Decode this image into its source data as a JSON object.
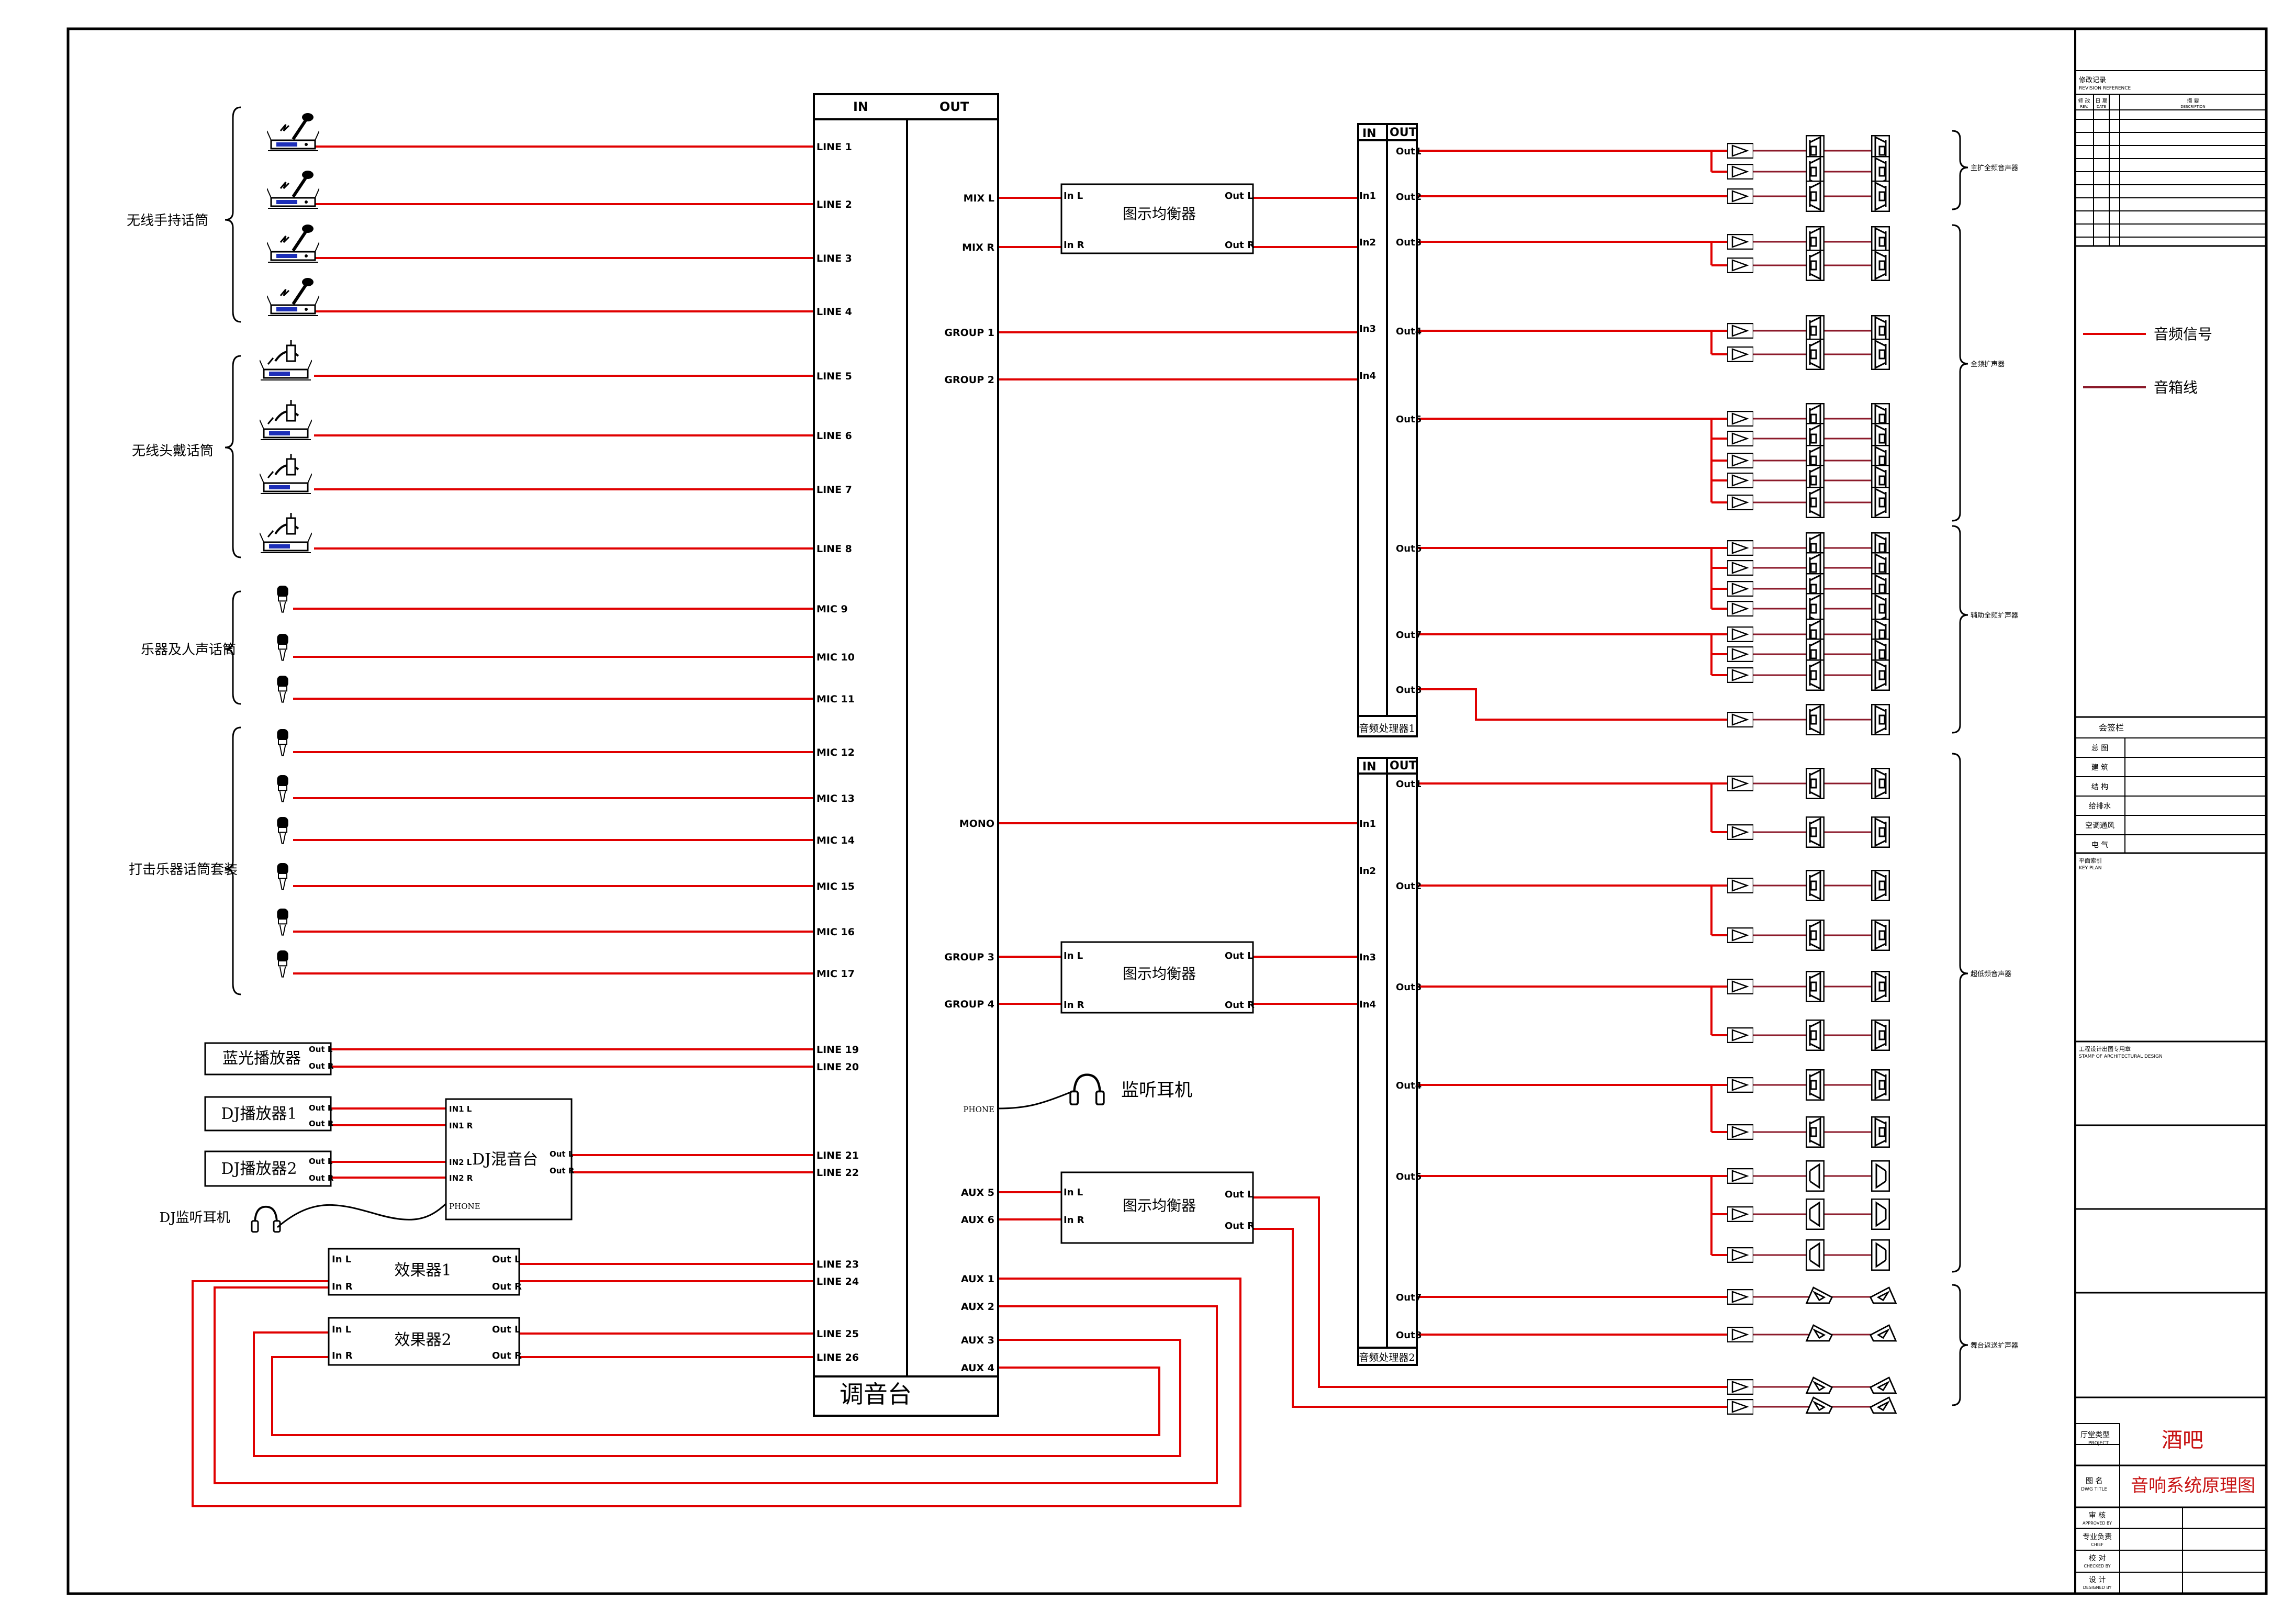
{
  "colors": {
    "signal": "#e00000",
    "speaker_line": "#8b1a2a",
    "frame": "#000000",
    "title_red": "#c81414"
  },
  "groups": {
    "wireless_handheld": "无线手持话筒",
    "wireless_headset": "无线头戴话筒",
    "instrument_vocal": "乐器及人声话筒",
    "drum_kit": "打击乐器话筒套装"
  },
  "mixer": {
    "in_label": "IN",
    "out_label": "OUT",
    "name": "调音台",
    "inputs": [
      "LINE 1",
      "LINE 2",
      "LINE 3",
      "LINE 4",
      "LINE 5",
      "LINE 6",
      "LINE 7",
      "LINE 8",
      "MIC 9",
      "MIC 10",
      "MIC 11",
      "MIC 12",
      "MIC 13",
      "MIC 14",
      "MIC 15",
      "MIC 16",
      "MIC 17",
      "LINE 19",
      "LINE 20",
      "LINE 21",
      "LINE 22",
      "LINE 23",
      "LINE 24",
      "LINE 25",
      "LINE 26"
    ],
    "outputs": [
      "MIX L",
      "MIX R",
      "GROUP 1",
      "GROUP 2",
      "MONO",
      "GROUP 3",
      "GROUP 4",
      "PHONE",
      "AUX 5",
      "AUX 6",
      "AUX 1",
      "AUX 2",
      "AUX 3",
      "AUX 4"
    ]
  },
  "devices": {
    "bluray": "蓝光播放器",
    "dj1": "DJ播放器1",
    "dj2": "DJ播放器2",
    "dj_mixer": "DJ混音台",
    "dj_headphone": "DJ监听耳机",
    "fx1": "效果器1",
    "fx2": "效果器2",
    "monitor_headphone": "监听耳机",
    "geq": "图示均衡器",
    "dsp1": "音频处理器1",
    "dsp2": "音频处理器2"
  },
  "ports": {
    "out_l": "Out L",
    "out_r": "Out R",
    "in_l": "In L",
    "in_r": "In R",
    "in1l": "IN1 L",
    "in1r": "IN1 R",
    "in2l": "IN2 L",
    "in2r": "IN2 R",
    "phone": "PHONE",
    "dsp_in": "IN",
    "dsp_out": "OUT",
    "dsp1_inputs": [
      "In1",
      "In2",
      "In3",
      "In4"
    ],
    "dsp1_outputs": [
      "Out1",
      "Out2",
      "Out3",
      "Out4",
      "Out5",
      "Out6",
      "Out7",
      "Out8"
    ],
    "dsp2_inputs": [
      "In1",
      "In2",
      "In3",
      "In4"
    ],
    "dsp2_outputs": [
      "Out1",
      "Out2",
      "Out3",
      "Out4",
      "Out5",
      "Out7",
      "Out8"
    ]
  },
  "speaker_groups": [
    "主扩全频音声器",
    "全频扩声器",
    "辅助全频扩声器",
    "超低频音声器",
    "舞台返送扩声器"
  ],
  "legend": {
    "audio_signal": "音频信号",
    "speaker_cable": "音箱线"
  },
  "title_block": {
    "revision_header": "修改记录",
    "revision_header_en": "REVISION REFERENCE",
    "rev_cols": [
      "修 改",
      "日 期",
      "摘 要"
    ],
    "rev_cols_en": [
      "REV.",
      "DATE",
      "DESCRIPTION"
    ],
    "sign_header": "会签栏",
    "sign_rows": [
      "总 图",
      "建 筑",
      "结 构",
      "给排水",
      "空调通风",
      "电 气"
    ],
    "key_plan": "平面索引",
    "key_plan_en": "KEY PLAN",
    "stamp": "工程设计出图专用章",
    "stamp_en": "STAMP OF ARCHITECTURAL DESIGN",
    "project_label": "厅堂类型",
    "project_label_en": "PROJECT",
    "project_value": "酒吧",
    "drawing_label": "图 名",
    "drawing_label_en": "DWG TITLE",
    "drawing_value": "音响系统原理图",
    "approvals": [
      {
        "cn": "审 核",
        "en": "APPROVED BY"
      },
      {
        "cn": "专业负责",
        "en": "CHIEF"
      },
      {
        "cn": "校 对",
        "en": "CHECKED BY"
      },
      {
        "cn": "设 计",
        "en": "DESIGNED BY"
      }
    ]
  }
}
